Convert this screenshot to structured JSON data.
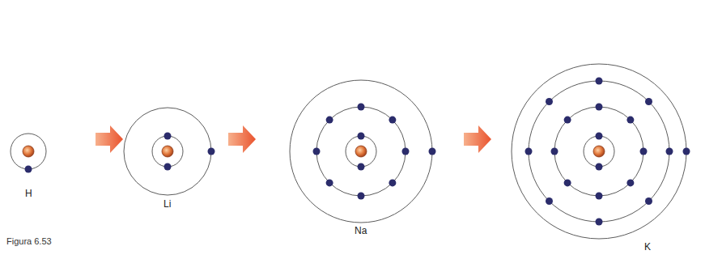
{
  "diagram": {
    "caption": "Figura 6.53",
    "labels": [
      "H",
      "Li",
      "Na",
      "K"
    ]
  }
}
